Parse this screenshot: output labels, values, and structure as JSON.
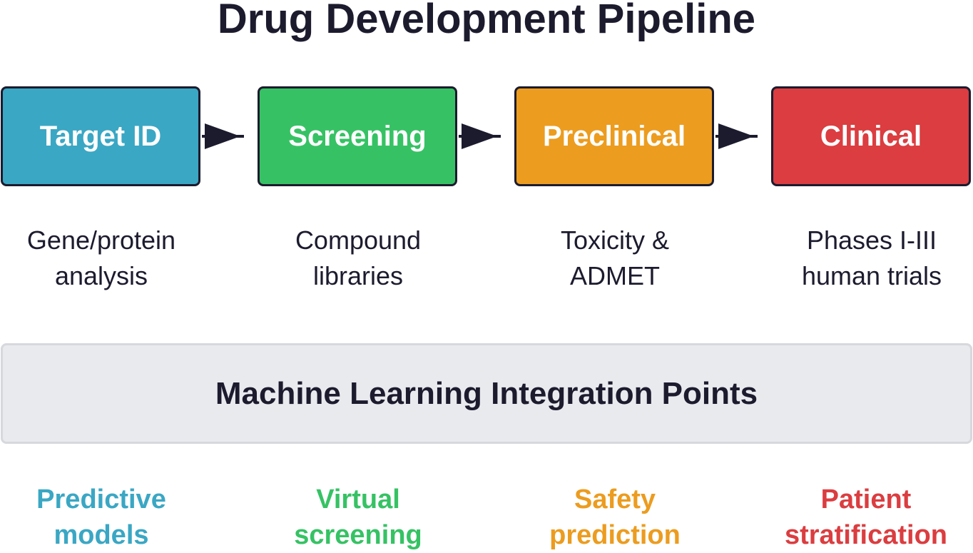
{
  "title": "Drug Development Pipeline",
  "colors": {
    "target": "#3aa7c4",
    "screening": "#36c264",
    "preclinical": "#ec9c1f",
    "clinical": "#db3d40",
    "outline": "#1c1b2e"
  },
  "stages": [
    {
      "label": "Target ID",
      "desc_line1": "Gene/protein",
      "desc_line2": "analysis",
      "ml_line1": "Predictive",
      "ml_line2": "models"
    },
    {
      "label": "Screening",
      "desc_line1": "Compound",
      "desc_line2": "libraries",
      "ml_line1": "Virtual",
      "ml_line2": "screening"
    },
    {
      "label": "Preclinical",
      "desc_line1": "Toxicity &",
      "desc_line2": "ADMET",
      "ml_line1": "Safety",
      "ml_line2": "prediction"
    },
    {
      "label": "Clinical",
      "desc_line1": "Phases I-III",
      "desc_line2": "human trials",
      "ml_line1": "Patient",
      "ml_line2": "stratification"
    }
  ],
  "ml_band": {
    "label": "Machine Learning Integration Points"
  }
}
